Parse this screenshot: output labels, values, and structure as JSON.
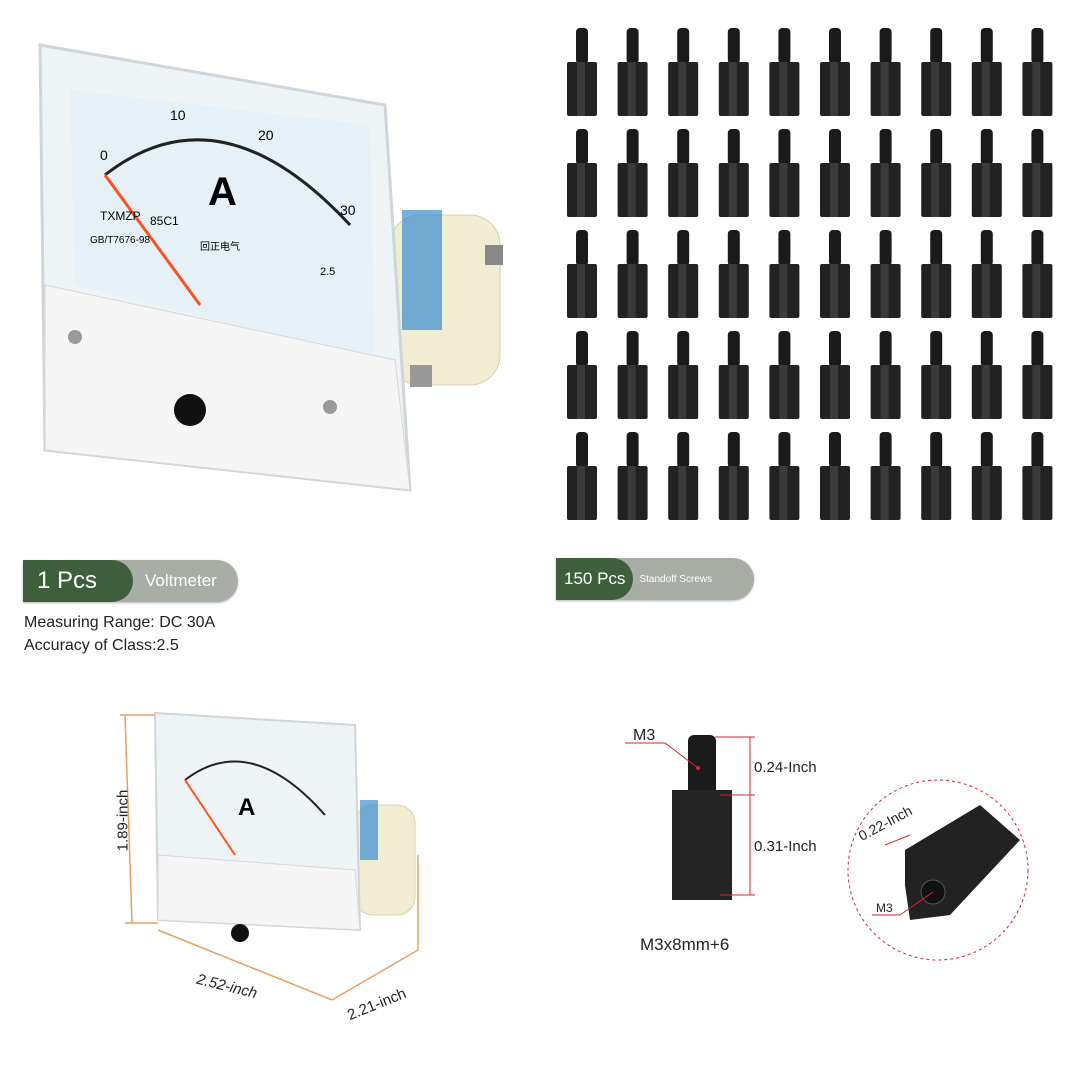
{
  "meter": {
    "scale_labels": [
      "0",
      "10",
      "20",
      "30"
    ],
    "unit": "A",
    "brand": "TXMZP",
    "model": "85C1",
    "standard": "GB/T7676-98",
    "maker": "回正电气",
    "class": "2.5"
  },
  "voltmeter_badge": {
    "qty": "1 Pcs",
    "name": "Voltmeter"
  },
  "voltmeter_specs": [
    "Measuring Range: DC 30A",
    "Accuracy of Class:2.5"
  ],
  "standoff_badge": {
    "qty": "150 Pcs",
    "name": "Standoff Screws"
  },
  "standoff_grid": {
    "rows": 5,
    "cols": 10
  },
  "meter_dimensions": {
    "height": "1.89-inch",
    "width": "2.52-inch",
    "depth": "2.21-inch"
  },
  "standoff_dimensions": {
    "thread": "M3",
    "thread_length": "0.24-Inch",
    "body_length": "0.31-Inch",
    "hex_width": "0.22-Inch",
    "inner_thread": "M3",
    "size": "M3x8mm+6"
  },
  "colors": {
    "badge_dark": "#3e5f3b",
    "badge_light": "#a8ada6",
    "dimension_line": "#e8a060",
    "annotation_red": "#d9232e"
  }
}
